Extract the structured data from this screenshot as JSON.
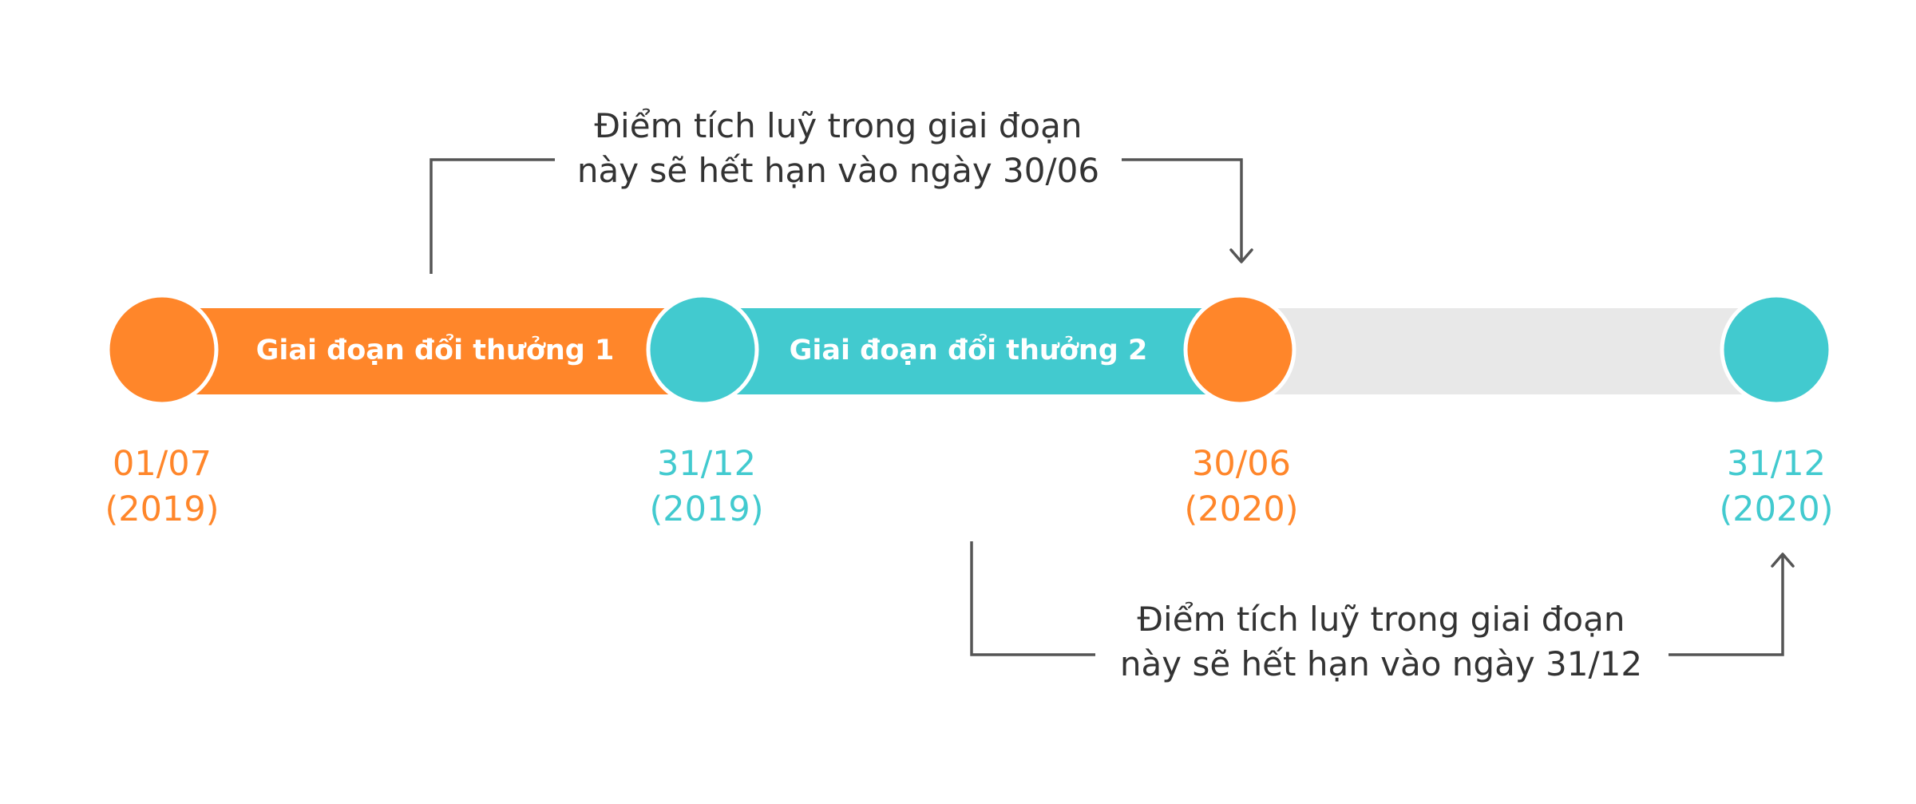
{
  "colors": {
    "orange": "#FF862A",
    "teal": "#42CACF",
    "track": "#E8E8E8",
    "connector": "#555555",
    "text": "#333333"
  },
  "segments": [
    {
      "label": "Giai đoạn đổi thưởng 1",
      "color": "orange"
    },
    {
      "label": "Giai đoạn đổi thưởng 2",
      "color": "teal"
    }
  ],
  "nodes": [
    {
      "color": "orange",
      "date": "01/07",
      "year": "(2019)"
    },
    {
      "color": "teal",
      "date": "31/12",
      "year": "(2019)"
    },
    {
      "color": "orange",
      "date": "30/06",
      "year": "(2020)"
    },
    {
      "color": "teal",
      "date": "31/12",
      "year": "(2020)"
    }
  ],
  "notes": {
    "top": {
      "line1": "Điểm tích luỹ trong giai đoạn",
      "line2": "này sẽ hết hạn vào ngày 30/06"
    },
    "bottom": {
      "line1": "Điểm tích luỹ trong giai đoạn",
      "line2": "này sẽ hết hạn vào ngày 31/12"
    }
  }
}
